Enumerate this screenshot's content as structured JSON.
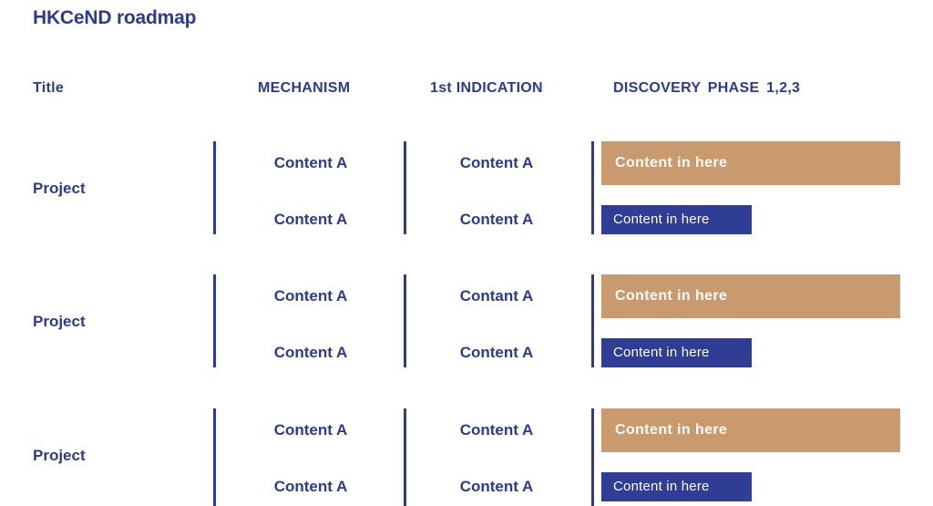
{
  "page": {
    "title": "HKCeND roadmap"
  },
  "colors": {
    "text_blue": "#2b3a92",
    "divider_blue": "#2b3a92",
    "bar_tan": "#c99a6e",
    "bar_blue": "#2f3e94",
    "bar_text": "#ffffff",
    "background": "#ffffff"
  },
  "headers": {
    "title": "Title",
    "mechanism": "MECHANISM",
    "indication": "1st INDICATION",
    "discovery": "DISCOVERY PHASE 1,2,3"
  },
  "rows": [
    {
      "project": "Project",
      "mechanism": [
        "Content A",
        "Content A"
      ],
      "indication": [
        "Content A",
        "Content A"
      ],
      "bars": [
        {
          "label": "Content in here",
          "style": "tan"
        },
        {
          "label": "Content in here",
          "style": "blue"
        }
      ]
    },
    {
      "project": "Project",
      "mechanism": [
        "Content A",
        "Content A"
      ],
      "indication": [
        "Contant A",
        "Content A"
      ],
      "bars": [
        {
          "label": "Content in here",
          "style": "tan"
        },
        {
          "label": "Content in here",
          "style": "blue"
        }
      ]
    },
    {
      "project": "Project",
      "mechanism": [
        "Content A",
        "Content A"
      ],
      "indication": [
        "Content A",
        "Content A"
      ],
      "bars": [
        {
          "label": "Content in here",
          "style": "tan"
        },
        {
          "label": "Content in here",
          "style": "blue"
        }
      ]
    }
  ]
}
